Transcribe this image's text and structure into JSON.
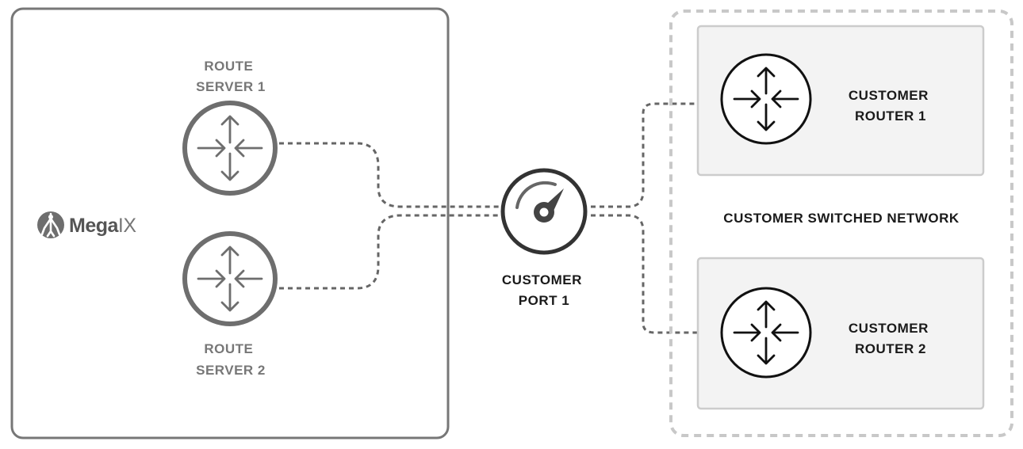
{
  "megaix_panel": {
    "logo": {
      "bold": "Mega",
      "light": "IX"
    },
    "route_server_1": {
      "line1": "ROUTE",
      "line2": "SERVER 1"
    },
    "route_server_2": {
      "line1": "ROUTE",
      "line2": "SERVER 2"
    }
  },
  "customer_port": {
    "line1": "CUSTOMER",
    "line2": "PORT 1"
  },
  "customer_network": {
    "title": "CUSTOMER SWITCHED NETWORK",
    "router_1": {
      "line1": "CUSTOMER",
      "line2": "ROUTER 1"
    },
    "router_2": {
      "line1": "CUSTOMER",
      "line2": "ROUTER 2"
    }
  },
  "colors": {
    "panel_border": "#777777",
    "network_border": "#c8c8c8",
    "router_box_fill": "#f3f3f3",
    "grey_icon": "#6e6e6e",
    "dark_icon": "#111111",
    "link_dash": "#666666"
  },
  "icons": {
    "route_server": "router-icon",
    "customer_router": "router-icon",
    "customer_port": "speedometer-icon",
    "logo": "megaport-logo-icon"
  }
}
